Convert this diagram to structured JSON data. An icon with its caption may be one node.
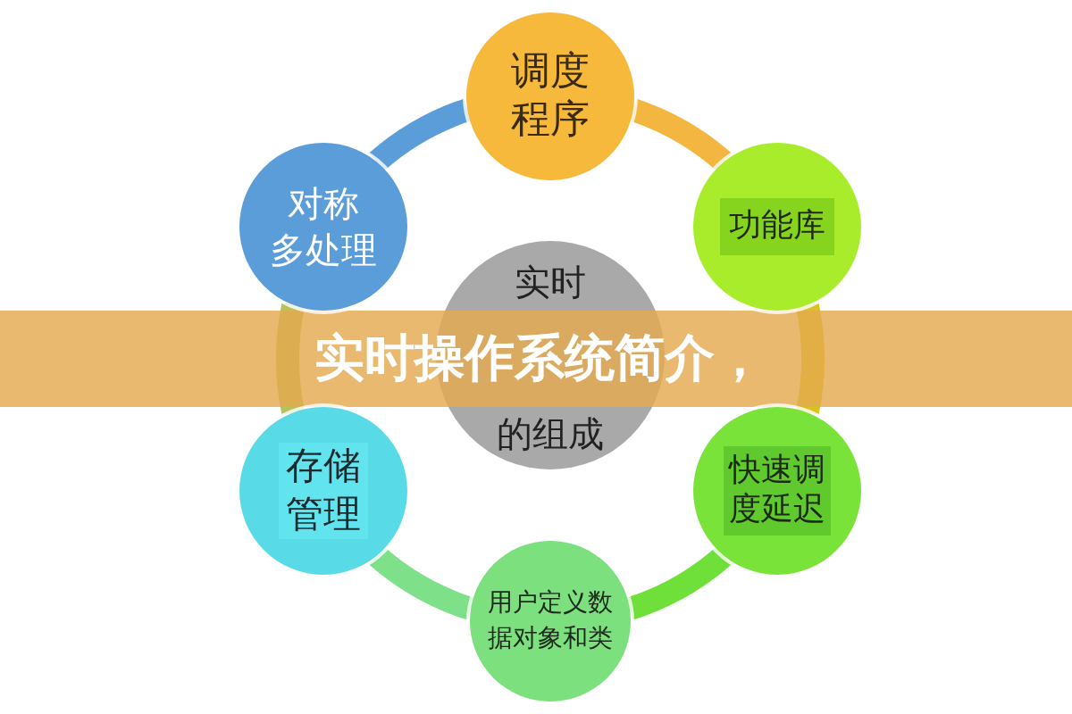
{
  "diagram": {
    "title": "实时操作系统简介，",
    "nodes": [
      {
        "text": [
          "调度程序"
        ]
      },
      {
        "text": [
          "功能库"
        ]
      },
      {
        "text": [
          "快速调度延迟"
        ]
      },
      {
        "text": [
          "用户定义数据对象和类"
        ]
      },
      {
        "text": [
          "存储管理"
        ]
      },
      {
        "text": [
          "对称多处理"
        ]
      },
      {
        "text": [
          "实时",
          "的组成"
        ]
      }
    ],
    "edges": [
      {
        "from": 0,
        "to": 1,
        "arrow": "none",
        "color": "#f3b640"
      },
      {
        "from": 1,
        "to": 2,
        "arrow": "none",
        "color": "#d9c21f"
      },
      {
        "from": 2,
        "to": 3,
        "arrow": "none",
        "color": "#6fe03a"
      },
      {
        "from": 3,
        "to": 4,
        "arrow": "none",
        "color": "#7fe08a"
      },
      {
        "from": 4,
        "to": 5,
        "arrow": "none",
        "color": "#b6c25c"
      },
      {
        "from": 5,
        "to": 0,
        "arrow": "none",
        "color": "#5b9dd8"
      }
    ]
  }
}
